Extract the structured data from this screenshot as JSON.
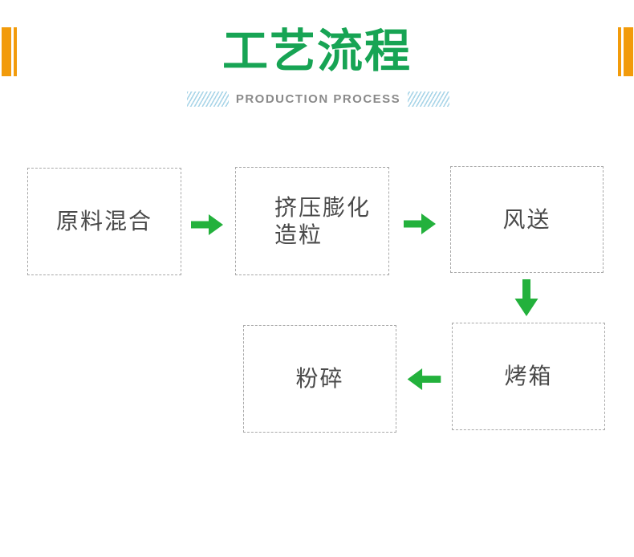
{
  "header": {
    "title": "工艺流程",
    "subtitle": "PRODUCTION PROCESS"
  },
  "colors": {
    "title_green": "#17A454",
    "arrow_green": "#23B13C",
    "accent_orange": "#F29B0B",
    "hatch_blue": "#A9D5E8",
    "subtitle_gray": "#8A8A8A",
    "box_border_gray": "#A8A8A8",
    "box_text_gray": "#4A4A4A"
  },
  "flowchart": {
    "steps": [
      {
        "label": "原料混合"
      },
      {
        "label": "挤压膨化\n造粒"
      },
      {
        "label": "风送"
      },
      {
        "label": "烤箱"
      },
      {
        "label": "粉碎"
      }
    ],
    "arrows": [
      {
        "direction": "right",
        "from": "原料混合",
        "to": "挤压膨化造粒"
      },
      {
        "direction": "right",
        "from": "挤压膨化造粒",
        "to": "风送"
      },
      {
        "direction": "down",
        "from": "风送",
        "to": "烤箱"
      },
      {
        "direction": "left",
        "from": "烤箱",
        "to": "粉碎"
      }
    ]
  }
}
